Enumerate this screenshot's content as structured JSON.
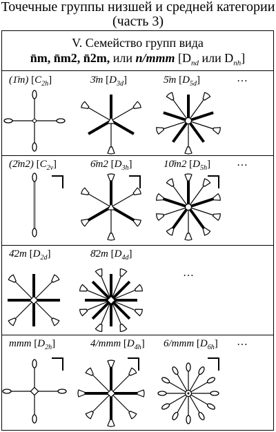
{
  "title": {
    "line1": "Точечные группы низшей и средней категории",
    "line2": "(часть 3)"
  },
  "header": {
    "line1": "V. Семейство групп вида",
    "line2_bold": "n̄m, n̄m2, n̄2m,",
    "line2_mid": "или",
    "line2_it": "n/mmm",
    "line2_bracket": "[D",
    "line2_sub1": "nd",
    "line2_or": "или D",
    "line2_sub2": "nh",
    "line2_close": "]"
  },
  "rows": [
    {
      "cells": [
        {
          "sym": "(1̄m)",
          "sch": "C",
          "sub": "2h"
        },
        {
          "sym": "3̄m",
          "sch": "D",
          "sub": "3d"
        },
        {
          "sym": "5̄m",
          "sch": "D",
          "sub": "5d"
        }
      ],
      "more": "…"
    },
    {
      "cells": [
        {
          "sym": "(2̄m2)",
          "sch": "C",
          "sub": "2v"
        },
        {
          "sym": "6̄m2",
          "sch": "D",
          "sub": "3h"
        },
        {
          "sym": "10̄m2",
          "sch": "D",
          "sub": "5h"
        }
      ],
      "more": "…"
    },
    {
      "cells": [
        {
          "sym": "4̄2m",
          "sch": "D",
          "sub": "2d"
        },
        {
          "sym": "8̄2m",
          "sch": "D",
          "sub": "4d"
        }
      ],
      "more": "…"
    },
    {
      "cells": [
        {
          "sym": "mmm",
          "sch": "D",
          "sub": "2h"
        },
        {
          "sym": "4/mmm",
          "sch": "D",
          "sub": "4h"
        },
        {
          "sym": "6/mmm",
          "sch": "D",
          "sub": "6h"
        }
      ],
      "more": "…"
    }
  ]
}
